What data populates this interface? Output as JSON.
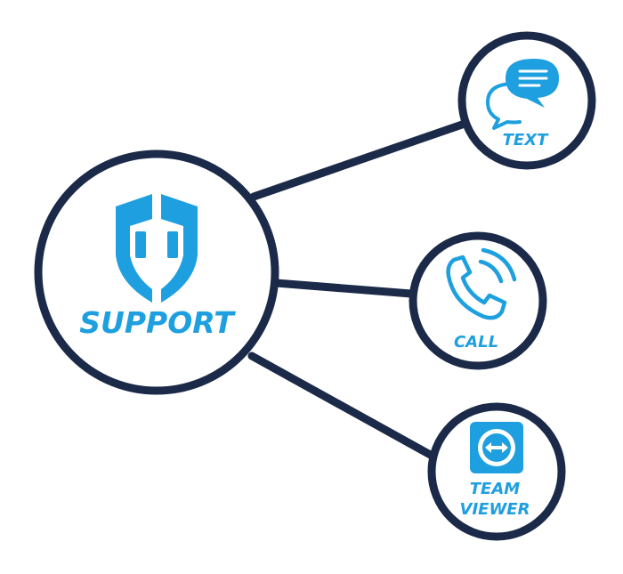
{
  "colors": {
    "navy": "#1b2a48",
    "blue": "#1e9fe0",
    "background": "#ffffff"
  },
  "hub": {
    "label": "SUPPORT",
    "icon": "shield-logo-icon"
  },
  "channels": [
    {
      "label": "TEXT",
      "icon": "chat-bubbles-icon"
    },
    {
      "label": "CALL",
      "icon": "phone-icon"
    },
    {
      "label_line1": "TEAM",
      "label_line2": "VIEWER",
      "icon": "teamviewer-icon"
    }
  ]
}
